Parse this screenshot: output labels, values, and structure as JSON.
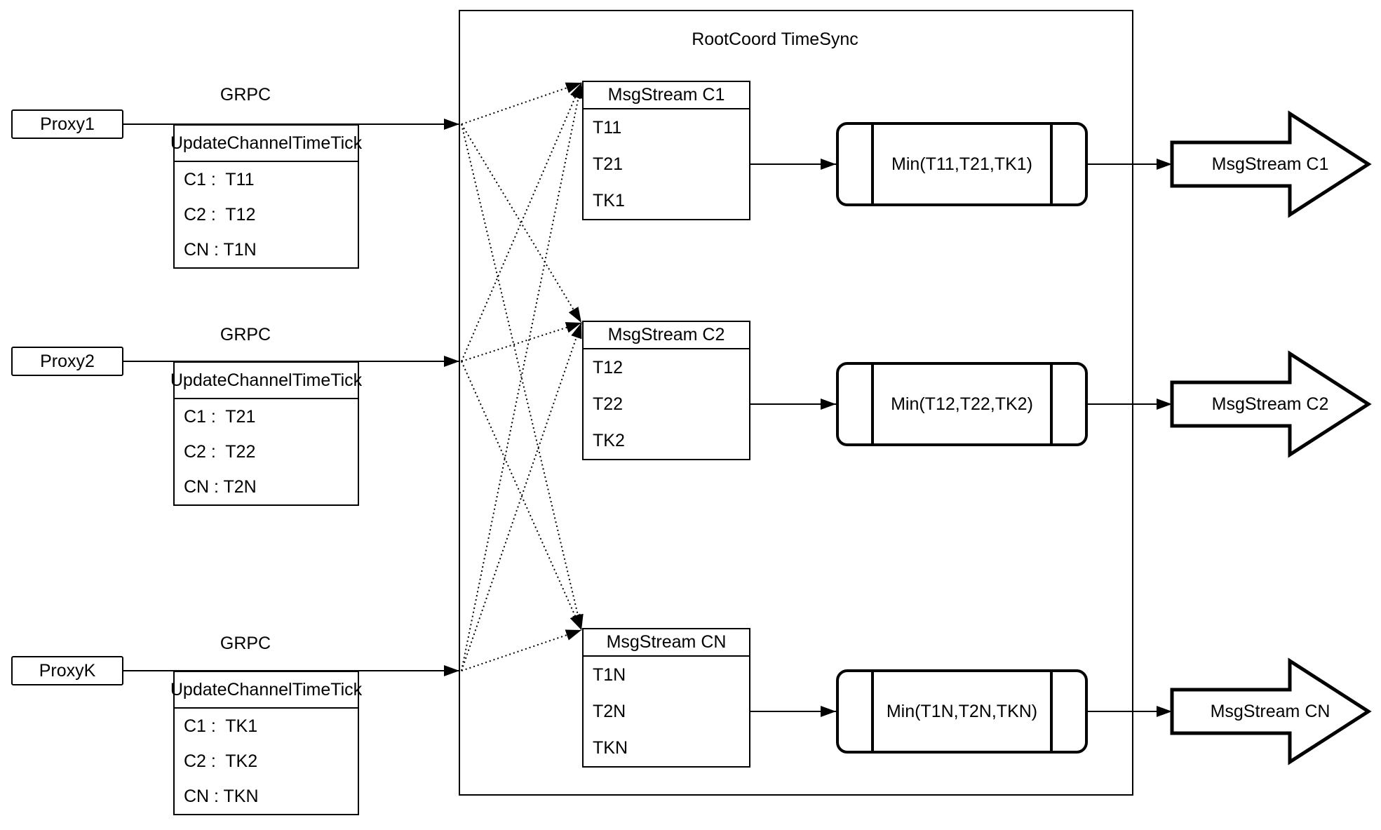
{
  "root_container": {
    "title": "RootCoord TimeSync"
  },
  "proxies": [
    {
      "label": "Proxy1",
      "protocol": "GRPC",
      "request": {
        "title": "UpdateChannelTimeTick",
        "rows": [
          "C1 :  T11",
          "C2 :  T12",
          "CN : T1N"
        ]
      }
    },
    {
      "label": "Proxy2",
      "protocol": "GRPC",
      "request": {
        "title": "UpdateChannelTimeTick",
        "rows": [
          "C1 :  T21",
          "C2 :  T22",
          "CN : T2N"
        ]
      }
    },
    {
      "label": "ProxyK",
      "protocol": "GRPC",
      "request": {
        "title": "UpdateChannelTimeTick",
        "rows": [
          "C1 :  TK1",
          "C2 :  TK2",
          "CN : TKN"
        ]
      }
    }
  ],
  "streams": [
    {
      "buffer_title": "MsgStream C1",
      "buffer_rows": [
        "T11",
        "T21",
        "TK1"
      ],
      "min_label": "Min(T11,T21,TK1)",
      "output_label": "MsgStream C1"
    },
    {
      "buffer_title": "MsgStream C2",
      "buffer_rows": [
        "T12",
        "T22",
        "TK2"
      ],
      "min_label": "Min(T12,T22,TK2)",
      "output_label": "MsgStream C2"
    },
    {
      "buffer_title": "MsgStream CN",
      "buffer_rows": [
        "T1N",
        "T2N",
        "TKN"
      ],
      "min_label": "Min(T1N,T2N,TKN)",
      "output_label": "MsgStream CN"
    }
  ],
  "colors": {
    "line": "#000000",
    "background": "#ffffff"
  }
}
